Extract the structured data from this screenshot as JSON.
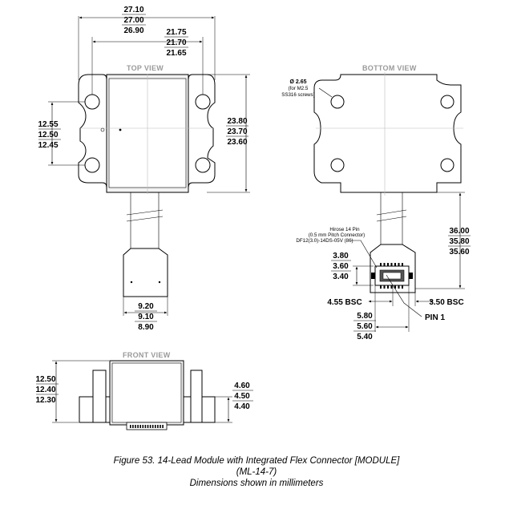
{
  "views": {
    "top": "TOP VIEW",
    "bottom": "BOTTOM VIEW",
    "front": "FRONT VIEW"
  },
  "top_view": {
    "overall_width": [
      "27.10",
      "27.00",
      "26.90"
    ],
    "hole_spacing": [
      "21.75",
      "21.70",
      "21.65"
    ],
    "height": [
      "23.80",
      "23.70",
      "23.60"
    ],
    "hole_vertical": [
      "12.55",
      "12.50",
      "12.45"
    ],
    "connector_width": [
      "9.20",
      "9.10",
      "8.90"
    ]
  },
  "bottom_view": {
    "hole_dia": "Ø 2.65",
    "hole_note_1": "(for M2.5",
    "hole_note_2": "SS316 screws)",
    "connector_note_1": "Hirose 14 Pin",
    "connector_note_2": "(0.5 mm Pitch Connector)",
    "connector_note_3": "DF12(3.0)-14DS-05V (86)",
    "flex_length": [
      "36.00",
      "35.80",
      "35.60"
    ],
    "conn_height": [
      "3.80",
      "3.60",
      "3.40"
    ],
    "conn_offset_left": "4.55 BSC",
    "conn_offset_right": "3.50 BSC",
    "conn_width": [
      "5.80",
      "5.60",
      "5.40"
    ],
    "pin1": "PIN 1"
  },
  "front_view": {
    "height": [
      "12.50",
      "12.40",
      "12.30"
    ],
    "flange": [
      "4.60",
      "4.50",
      "4.40"
    ]
  },
  "caption": {
    "line1": "Figure 53. 14-Lead Module with Integrated Flex Connector [MODULE]",
    "line2": "(ML-14-7)",
    "line3": "Dimensions shown in millimeters"
  }
}
